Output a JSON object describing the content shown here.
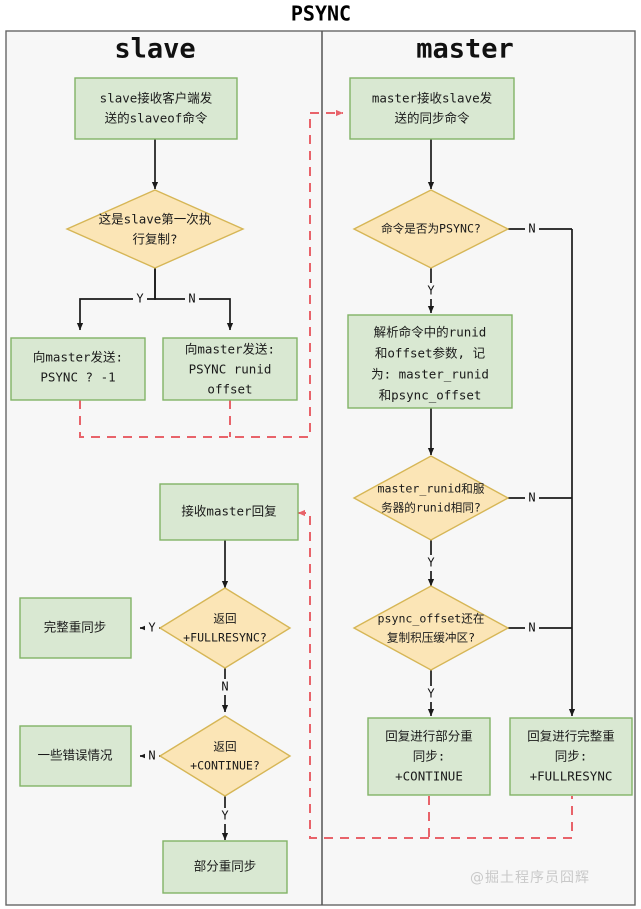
{
  "diagram": {
    "title": "PSYNC",
    "lanes": [
      {
        "id": "slave",
        "label": "slave"
      },
      {
        "id": "master",
        "label": "master"
      }
    ],
    "colors": {
      "process_fill": "#d9e8d2",
      "process_stroke": "#82b366",
      "decision_fill": "#fbe5b6",
      "decision_stroke": "#d6b656",
      "panel_fill": "#f7f7f7",
      "panel_stroke": "#666666",
      "edge_solid": "#1a1a1a",
      "edge_dashed": "#e8636a",
      "divider": "#555555"
    },
    "watermark": "@掘土程序员囧辉"
  },
  "nodes": {
    "slave_recv_slaveof": {
      "shape": "process",
      "lines": [
        "slave接收客户端发",
        "送的slaveof命令"
      ]
    },
    "slave_first_replication": {
      "shape": "decision",
      "lines": [
        "这是slave第一次执",
        "行复制?"
      ]
    },
    "slave_send_psync_full": {
      "shape": "process",
      "lines": [
        "向master发送:",
        "PSYNC ? -1"
      ]
    },
    "slave_send_psync_partial": {
      "shape": "process",
      "lines": [
        "向master发送:",
        "PSYNC runid",
        "offset"
      ]
    },
    "slave_recv_reply": {
      "shape": "process",
      "lines": [
        "接收master回复"
      ]
    },
    "slave_is_fullresync": {
      "shape": "decision",
      "lines": [
        "返回",
        "+FULLRESYNC?"
      ]
    },
    "slave_full_resync": {
      "shape": "process",
      "lines": [
        "完整重同步"
      ]
    },
    "slave_is_continue": {
      "shape": "decision",
      "lines": [
        "返回",
        "+CONTINUE?"
      ]
    },
    "slave_some_errors": {
      "shape": "process",
      "lines": [
        "一些错误情况"
      ]
    },
    "slave_partial_resync": {
      "shape": "process",
      "lines": [
        "部分重同步"
      ]
    },
    "master_recv_sync": {
      "shape": "process",
      "lines": [
        "master接收slave发",
        "送的同步命令"
      ]
    },
    "master_is_psync": {
      "shape": "decision",
      "lines": [
        "命令是否为PSYNC?"
      ]
    },
    "master_parse_args": {
      "shape": "process",
      "lines": [
        "解析命令中的runid",
        "和offset参数, 记",
        "为: master_runid",
        "和psync_offset"
      ]
    },
    "master_runid_match": {
      "shape": "decision",
      "lines": [
        "master_runid和服",
        "务器的runid相同?"
      ]
    },
    "master_offset_in_backlog": {
      "shape": "decision",
      "lines": [
        "psync_offset还在",
        "复制积压缓冲区?"
      ]
    },
    "master_reply_continue": {
      "shape": "process",
      "lines": [
        "回复进行部分重",
        "同步:",
        "+CONTINUE"
      ]
    },
    "master_reply_fullresync": {
      "shape": "process",
      "lines": [
        "回复进行完整重",
        "同步:",
        "+FULLRESYNC"
      ]
    }
  },
  "edge_labels": {
    "yes": "Y",
    "no": "N"
  }
}
